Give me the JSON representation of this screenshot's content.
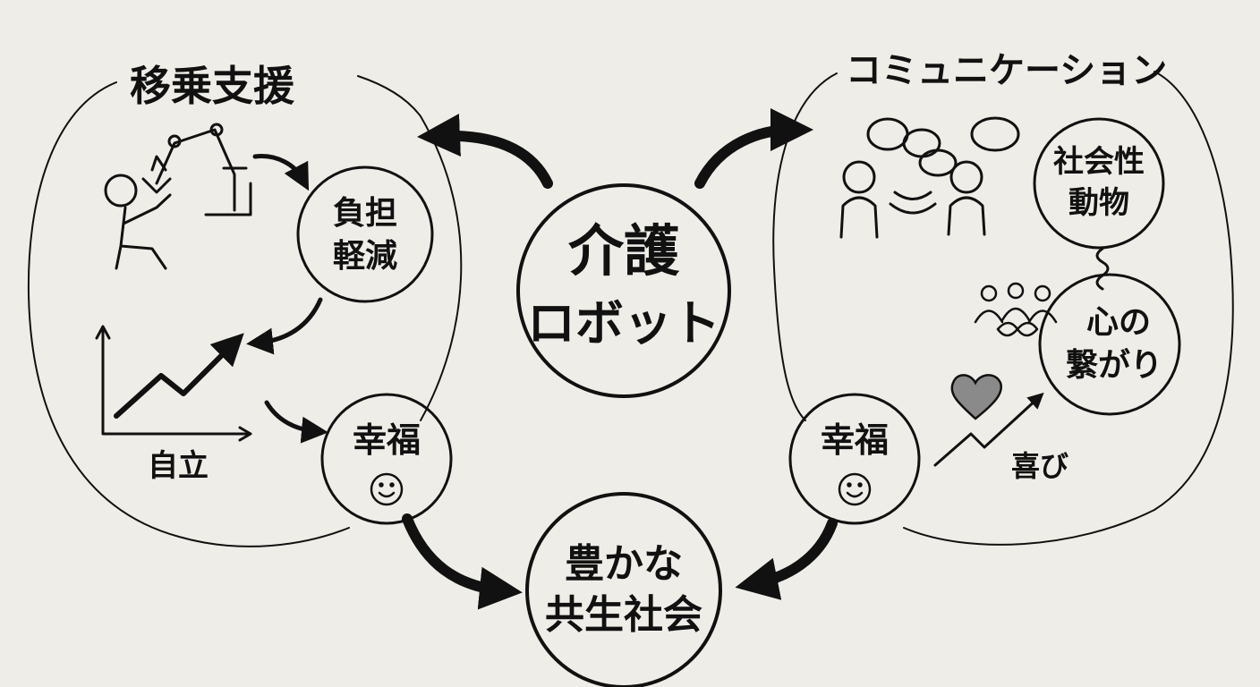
{
  "center": {
    "line1": "介護",
    "line2": "ロボット"
  },
  "left_section": {
    "title": "移乗支援",
    "burden": {
      "line1": "負担",
      "line2": "軽減"
    },
    "independence": "自立",
    "happiness": "幸福"
  },
  "right_section": {
    "title": "コミュニケーション",
    "social": {
      "line1": "社会性",
      "line2": "動物"
    },
    "bond": {
      "line1": "心の",
      "line2": "繋がり"
    },
    "joy": "喜び",
    "happiness": "幸福"
  },
  "goal": {
    "line1": "豊かな",
    "line2": "共生社会"
  },
  "colors": {
    "background": "#efede8",
    "ink": "#111111",
    "heart": "#8a8a8a"
  }
}
